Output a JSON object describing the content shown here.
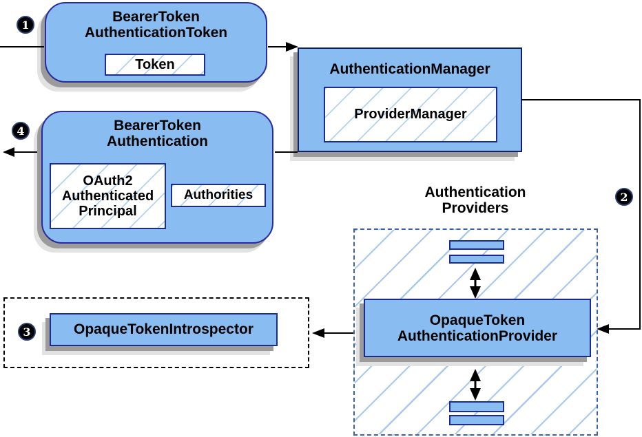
{
  "badges": {
    "step1": "1",
    "step2": "2",
    "step3": "3",
    "step4": "4"
  },
  "nodes": {
    "bearer_token_authentication_token": {
      "title_line1": "BearerToken",
      "title_line2": "AuthenticationToken",
      "token_label": "Token"
    },
    "authentication_manager": {
      "title": "AuthenticationManager",
      "provider_manager_label": "ProviderManager"
    },
    "bearer_token_authentication": {
      "title_line1": "BearerToken",
      "title_line2": "Authentication",
      "principal_line1": "OAuth2",
      "principal_line2": "Authenticated",
      "principal_line3": "Principal",
      "authorities_label": "Authorities"
    },
    "opaque_token_introspector": {
      "title": "OpaqueTokenIntrospector"
    },
    "authentication_providers": {
      "label_line1": "Authentication",
      "label_line2": "Providers"
    },
    "opaque_token_authentication_provider": {
      "title_line1": "OpaqueToken",
      "title_line2": "AuthenticationProvider"
    }
  },
  "colors": {
    "node_fill": "#89BCF0",
    "node_border": "#1C2B8F",
    "hatch_line": "#B3D2F1",
    "providers_dash_border": "#3A62A8",
    "introspector_dash_border": "#000000",
    "shadow_dark": "#9B9B9B",
    "shadow_light": "#E2E2E2",
    "arrow": "#000000",
    "badge_background": "#000000",
    "badge_text": "#FFFFFF"
  }
}
